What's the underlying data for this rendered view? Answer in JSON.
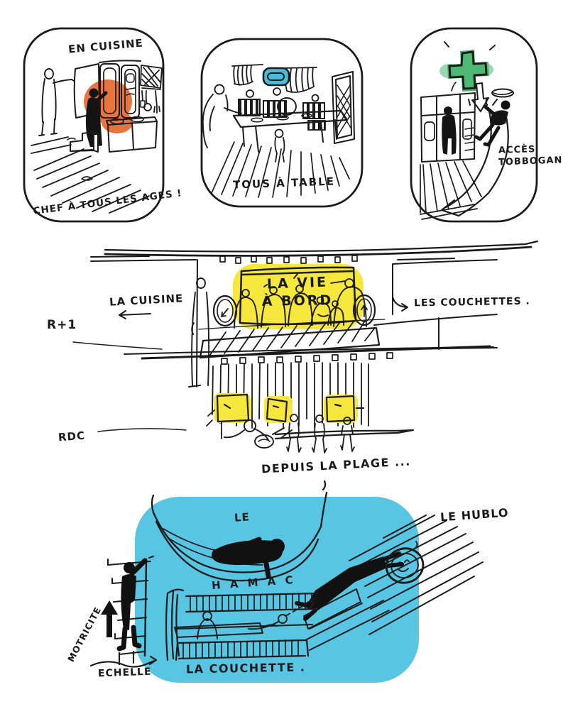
{
  "colors": {
    "ink": "#1b1b1b",
    "orange": "#E8743E",
    "blue_window": "#49BCD9",
    "green_plus": "#4CB873",
    "yellow": "#F5E73C",
    "cabin_blue": "#58C5E3",
    "paper": "#ffffff"
  },
  "panels": {
    "cuisine": {
      "title": "EN CUISINE",
      "caption": "CHEF À TOUS LES AGES !"
    },
    "table": {
      "caption": "TOUS À TABLE"
    },
    "toboggan": {
      "label_line1": "ACCÈS",
      "label_line2": "TOBBOGAN"
    }
  },
  "section_view": {
    "banner": {
      "line1": "LA VIE",
      "line2": "À BORD"
    },
    "label_cuisine": "LA CUISINE",
    "label_couchettes": "LES COUCHETTES .",
    "level_upper": "R+1",
    "level_ground": "RDC",
    "caption": "DEPUIS LA PLAGE ..."
  },
  "cabin_view": {
    "label_le": "LE",
    "label_hamac": "H A M A C",
    "label_hublot": "LE HUBLO",
    "label_couchette": "LA COUCHETTE .",
    "label_motricite": "MOTRICITE",
    "label_echelle": "ECHELLE"
  }
}
